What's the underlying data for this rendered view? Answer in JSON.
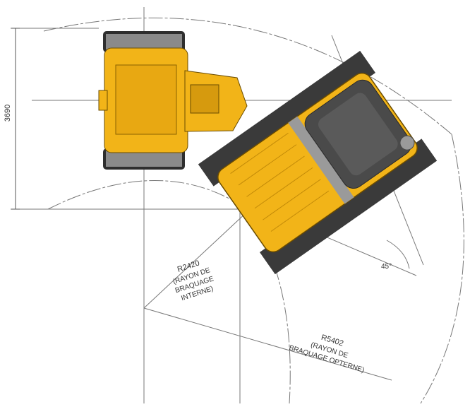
{
  "diagram": {
    "height_label": "3690",
    "inner_radius_label": "R2420",
    "inner_caption": [
      "(RAYON DE",
      "BRAQUAGE",
      "INTERNE)"
    ],
    "outer_radius_label": "R5402",
    "outer_caption": [
      "(RAYON DE",
      "BRAQUAGE OPTERNE)"
    ],
    "angle_label": "45°"
  },
  "colors": {
    "body_yellow": "#f2b418",
    "body_shade": "#d69a0e",
    "dark_panel": "#3a3a3a",
    "tire": "#2e2e2e",
    "tire_tread": "#8a8a8a",
    "grey_cap": "#707070",
    "line": "#777777"
  }
}
